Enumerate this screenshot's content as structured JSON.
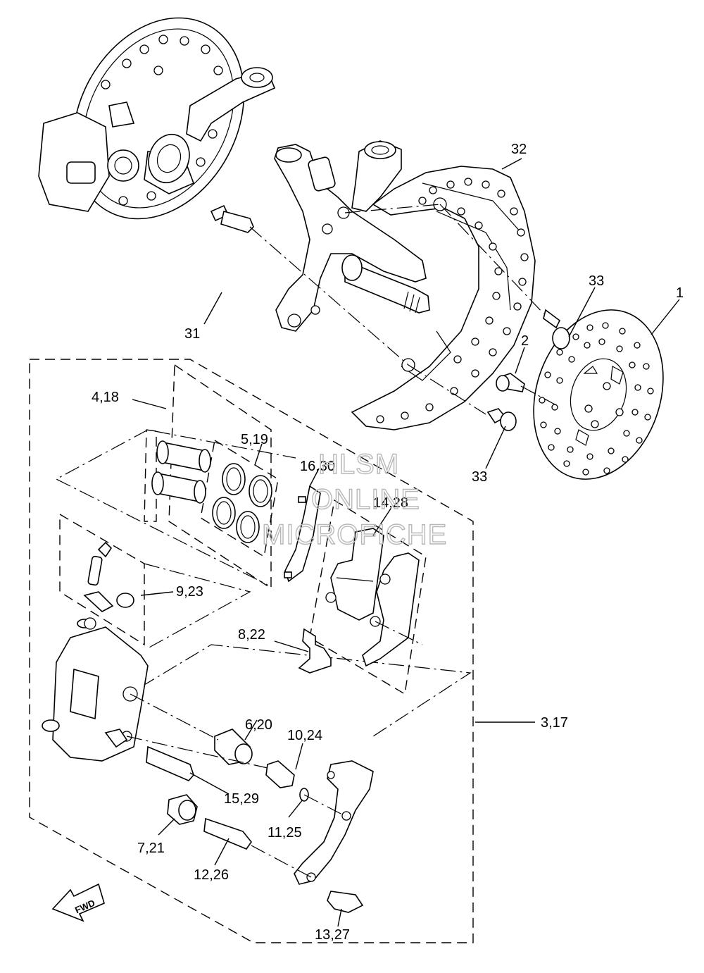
{
  "callouts": {
    "c1": "1",
    "c2": "2",
    "c3_17": "3,17",
    "c4_18": "4,18",
    "c5_19": "5,19",
    "c6_20": "6,20",
    "c7_21": "7,21",
    "c8_22": "8,22",
    "c9_23": "9,23",
    "c10_24": "10,24",
    "c11_25": "11,25",
    "c12_26": "12,26",
    "c13_27": "13,27",
    "c14_28": "14,28",
    "c15_29": "15,29",
    "c16_30": "16,30",
    "c31": "31",
    "c32": "32",
    "c33a": "33",
    "c33b": "33"
  },
  "fwd_label": "FWD",
  "watermark": {
    "line1": "HLSM",
    "line2": "ONLINE",
    "line3": "MICROFICHE"
  }
}
